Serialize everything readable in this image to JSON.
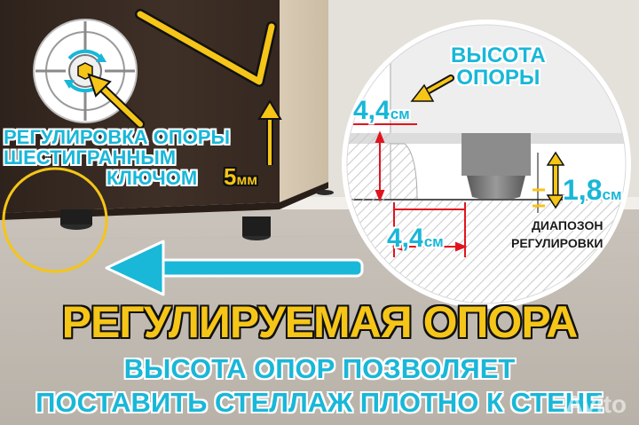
{
  "inset_texts": {
    "adjust_line1": "РЕГУЛИРОВКА ОПОРЫ",
    "adjust_line2": "ШЕСТИГРАННЫМ",
    "adjust_line3": "КЛЮЧОМ",
    "key_size": "5",
    "key_unit": "мм"
  },
  "detail": {
    "height_title_1": "ВЫСОТА",
    "height_title_2": "ОПОРЫ",
    "height_value": "4,4",
    "width_value": "4,4",
    "cm_unit": "см",
    "range_value": "1,8",
    "range_label_1": "ДИАПОЗОН",
    "range_label_2": "РЕГУЛИРОВКИ"
  },
  "banner": {
    "title": "РЕГУЛИРУЕМАЯ ОПОРА",
    "subtitle_1": "ВЫСОТА ОПОР ПОЗВОЛЯЕТ",
    "subtitle_2": "ПОСТАВИТЬ СТЕЛЛАЖ ПЛОТНО К СТЕНЕ"
  },
  "watermark": "Avito",
  "colors": {
    "accent_cyan": "#19b7d8",
    "accent_yellow": "#f5c518",
    "dimension_red": "#e0141e",
    "cabinet_brown": "#3a2c24"
  },
  "icons": [
    "hex-key-icon",
    "foot-top-view-icon",
    "left-arrow-icon",
    "up-arrow-icon"
  ]
}
